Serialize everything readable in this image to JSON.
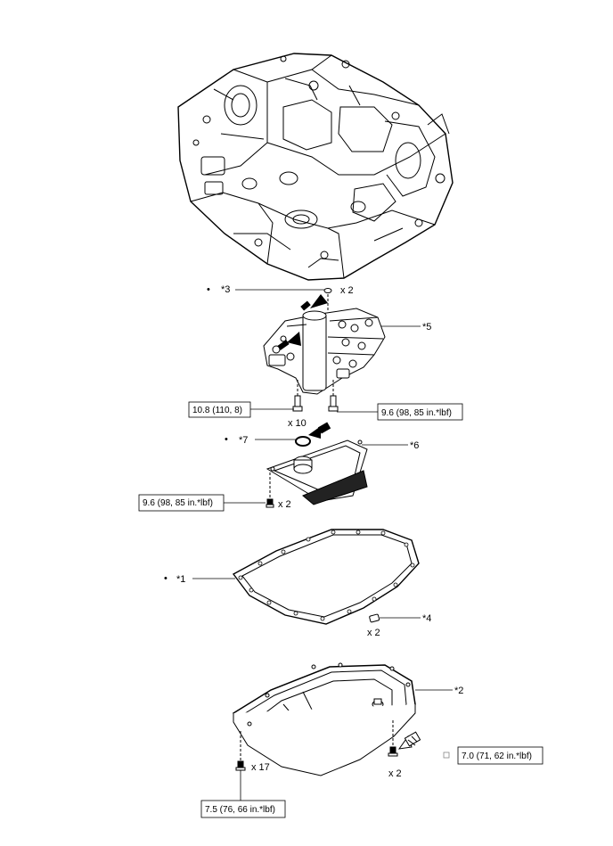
{
  "part_labels": {
    "p1": "*1",
    "p2": "*2",
    "p3": "*3",
    "p4": "*4",
    "p5": "*5",
    "p6": "*6",
    "p7": "*7"
  },
  "bullet_symbol": "•",
  "quantities": {
    "q3": "x 2",
    "q_bolts_valve": "x 10",
    "q_strainer": "x 2",
    "q4": "x 2",
    "q_pan": "x 17",
    "q_drain": "x 2"
  },
  "torques": {
    "t1": "10.8 (110, 8)",
    "t2": "9.6 (98, 85 in.*lbf)",
    "t3": "9.6 (98, 85 in.*lbf)",
    "t4": "7.0 (71, 62 in.*lbf)",
    "t5": "7.5 (76, 66 in.*lbf)"
  }
}
